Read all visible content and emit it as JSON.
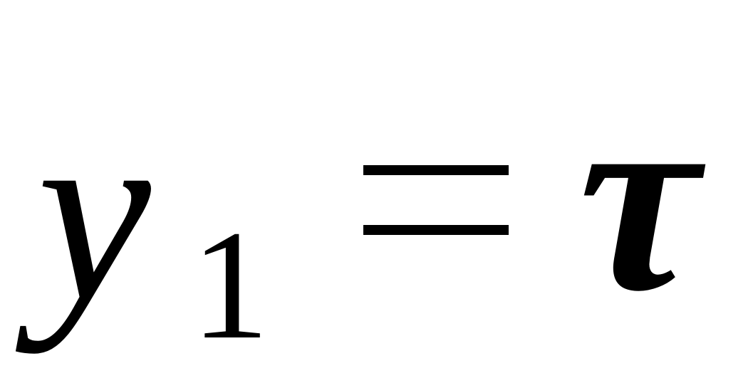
{
  "equation": {
    "variable": "y",
    "subscript": "1",
    "operator": "=",
    "rhs": "τ"
  },
  "colors": {
    "background": "#ffffff",
    "text": "#000000"
  }
}
